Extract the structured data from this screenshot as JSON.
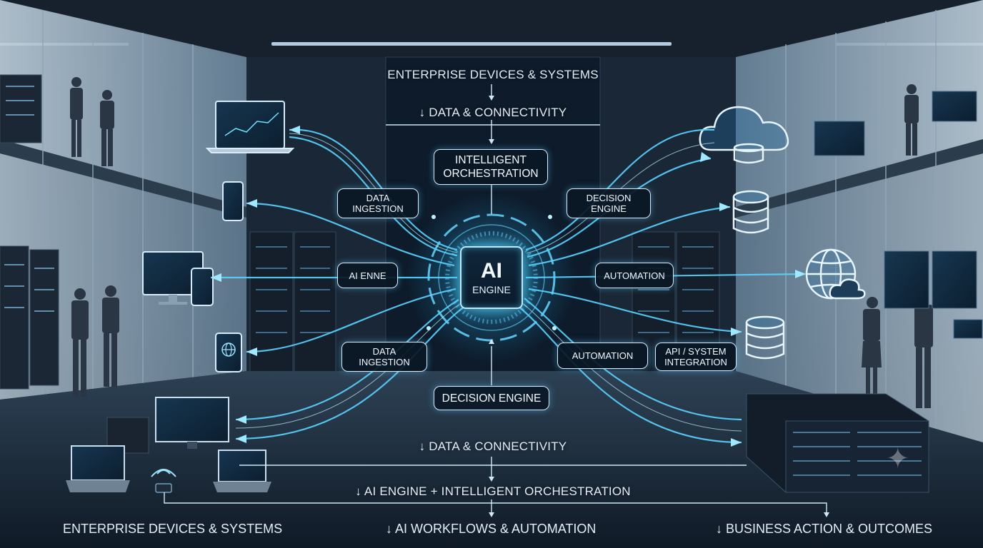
{
  "diagram": {
    "top": {
      "title": "ENTERPRISE DEVICES & SYSTEMS",
      "connectivity": "↓ DATA & CONNECTIVITY"
    },
    "core": {
      "line1": "AI",
      "line2": "ENGINE"
    },
    "nodes": {
      "intelligent_orchestration": {
        "line1": "INTELLIGENT",
        "line2": "ORCHESTRATION"
      },
      "data_ingestion_top": {
        "line1": "DATA",
        "line2": "INGESTION"
      },
      "decision_engine_top": {
        "line1": "DECISION",
        "line2": "ENGINE"
      },
      "ai_enne": "AI ENNE",
      "automation_right": "AUTOMATION",
      "data_ingestion_bottom": {
        "line1": "DATA",
        "line2": "INGESTION"
      },
      "automation_bottom": "AUTOMATION",
      "api_integration": {
        "line1": "API / SYSTEM",
        "line2": "INTEGRATION"
      },
      "decision_engine_bottom": "DECISION ENGINE"
    },
    "lower": {
      "connectivity": "↓ DATA & CONNECTIVITY",
      "orchestration": "↓ AI ENGINE + INTELLIGENT ORCHESTRATION"
    },
    "bottom": {
      "left": "ENTERPRISE DEVICES & SYSTEMS",
      "center": "↓ AI WORKFLOWS & AUTOMATION",
      "right": "↓ BUSINESS ACTION & OUTCOMES"
    },
    "icons": [
      "laptop-icon",
      "smartphone-icon",
      "monitor-icon",
      "tablet-icon",
      "cloud-icon",
      "database-icon",
      "globe-icon",
      "server-rack-icon",
      "wifi-router-icon"
    ],
    "colors": {
      "accent": "#5fd3ff",
      "panel": "#0f2236",
      "background": "#0a1522"
    }
  }
}
